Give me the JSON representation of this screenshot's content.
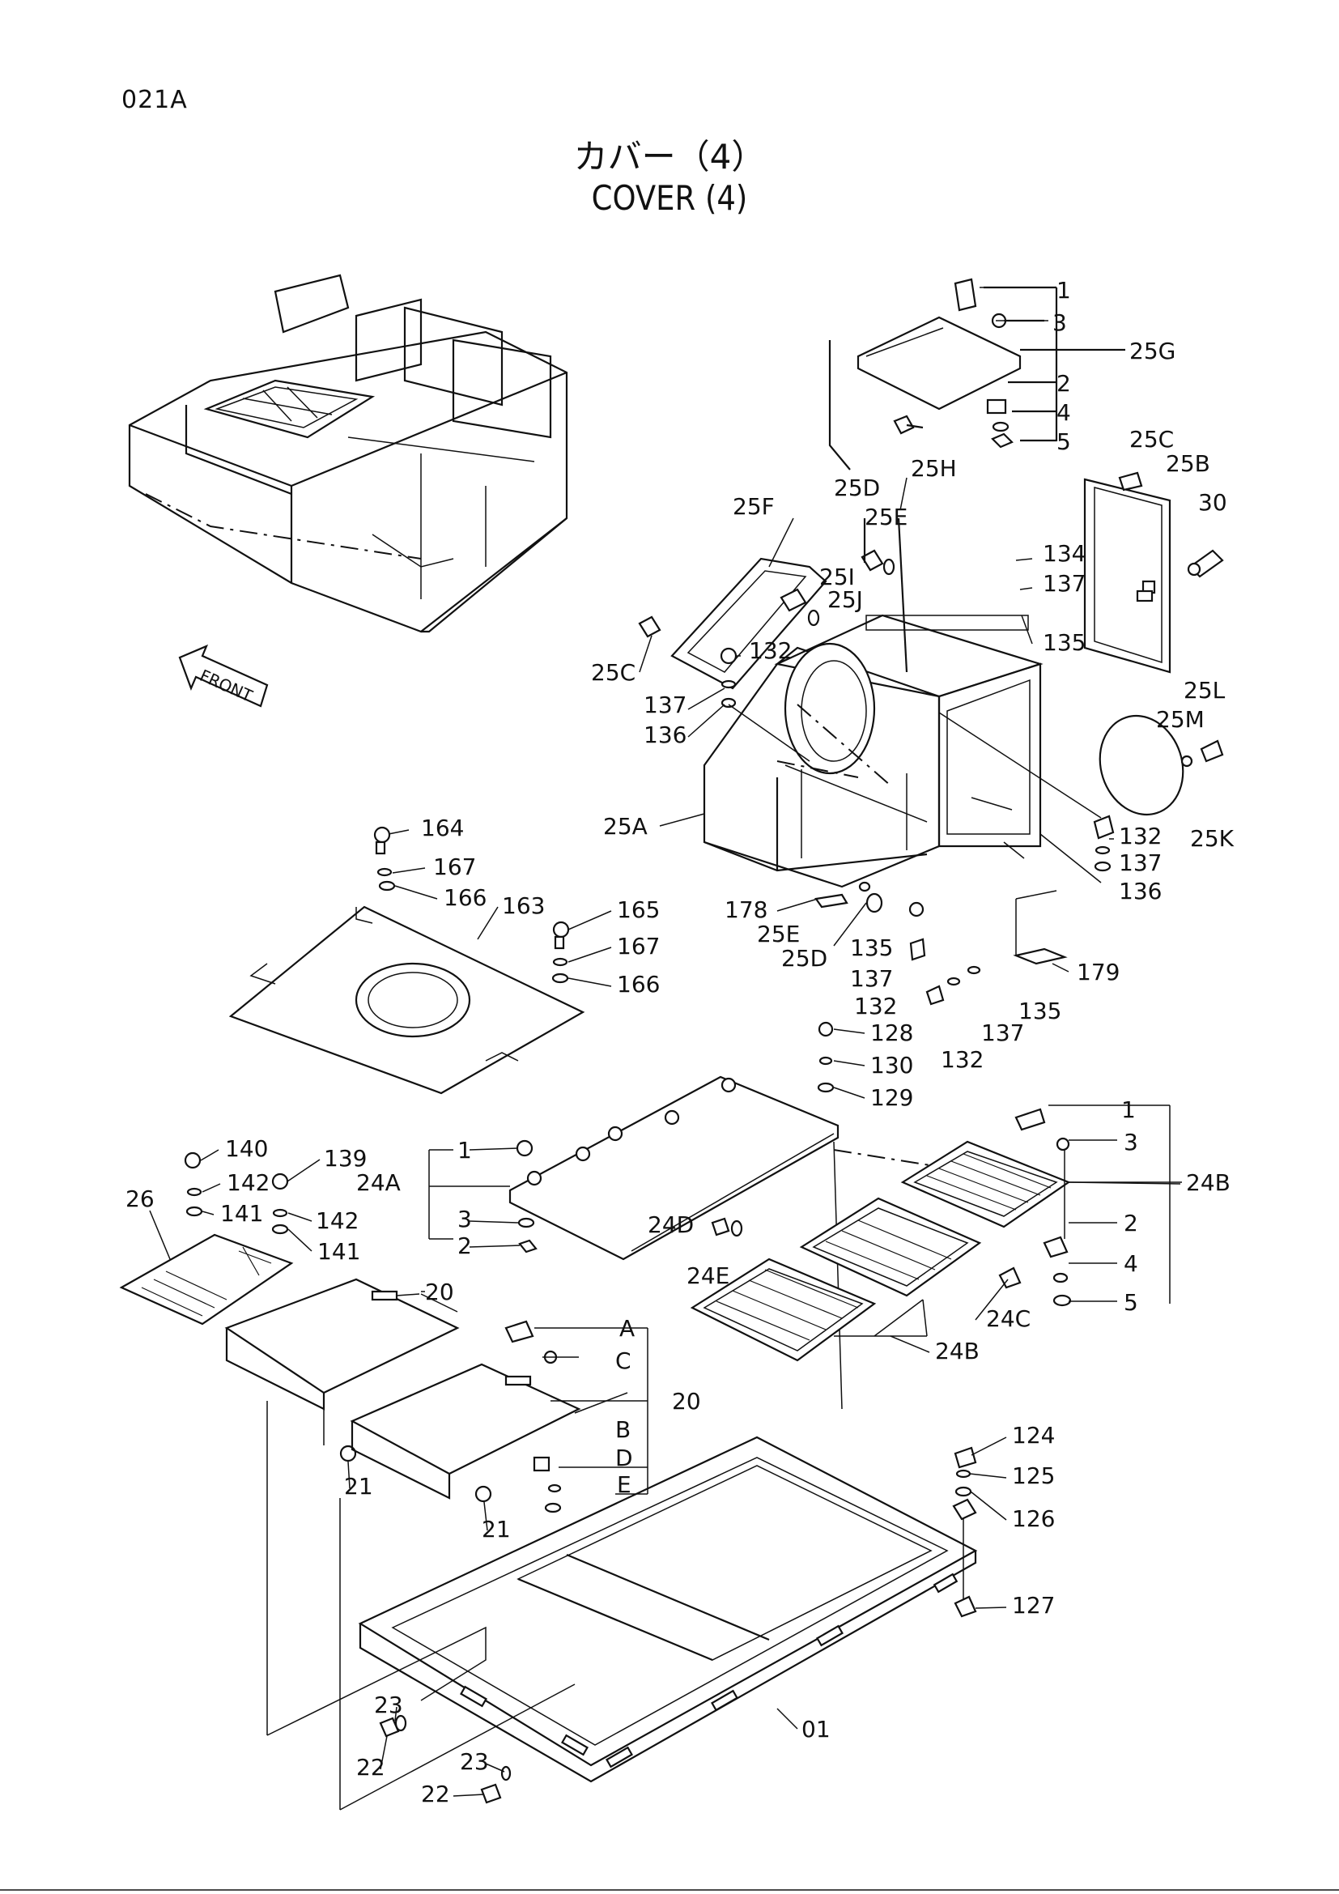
{
  "page": {
    "code": "021A",
    "title_jp": "カバー（4）",
    "title_en": "COVER (4)"
  },
  "diagram": {
    "front_marker": "FRONT",
    "labels": {
      "p1a": "1",
      "p3a": "3",
      "p25g": "25G",
      "p2a": "2",
      "p4a": "4",
      "p5a": "5",
      "p25h": "25H",
      "p25c_r": "25C",
      "p25b": "25B",
      "p30": "30",
      "p25d_t": "25D",
      "p25e_t": "25E",
      "p25f": "25F",
      "p25i": "25I",
      "p25j": "25J",
      "p134": "134",
      "p137_a": "137",
      "p135_a": "135",
      "p25c_l": "25C",
      "p132_a": "132",
      "p137_b": "137",
      "p136_a": "136",
      "p25l": "25L",
      "p25m": "25M",
      "p25k": "25K",
      "p132_b": "132",
      "p137_c": "137",
      "p136_b": "136",
      "p25a": "25A",
      "p178": "178",
      "p25e_b": "25E",
      "p25d_b": "25D",
      "p135_b": "135",
      "p137_d": "137",
      "p132_c": "132",
      "p179": "179",
      "p135_c": "135",
      "p137_e": "137",
      "p132_d": "132",
      "p164": "164",
      "p167_a": "167",
      "p166_a": "166",
      "p163": "163",
      "p165": "165",
      "p167_b": "167",
      "p166_b": "166",
      "p128": "128",
      "p130": "130",
      "p129": "129",
      "p1b": "1",
      "p24a": "24A",
      "p3b": "3",
      "p2b": "2",
      "p24d": "24D",
      "p24e": "24E",
      "p1c": "1",
      "p3c": "3",
      "p24b_a": "24B",
      "p2c": "2",
      "p4c": "4",
      "p5c": "5",
      "p24c": "24C",
      "p24b_b": "24B",
      "p140": "140",
      "p142_a": "142",
      "p141_a": "141",
      "p139": "139",
      "p142_b": "142",
      "p141_b": "141",
      "p26": "26",
      "p20_a": "20",
      "pA": "A",
      "pC": "C",
      "p20_b": "20",
      "pB": "B",
      "pD": "D",
      "pE": "E",
      "p21_a": "21",
      "p21_b": "21",
      "p124": "124",
      "p125": "125",
      "p126": "126",
      "p127": "127",
      "p23_a": "23",
      "p22_a": "22",
      "p23_b": "23",
      "p22_b": "22",
      "p01": "01"
    }
  }
}
